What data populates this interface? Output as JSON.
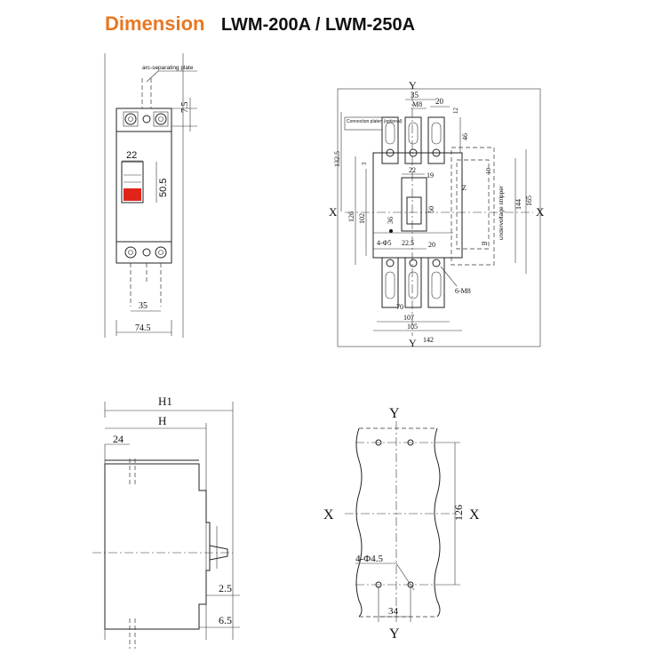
{
  "header": {
    "title": "Dimension",
    "model": "LWM-200A / LWM-250A",
    "accent_color": "#e87722"
  },
  "front_view": {
    "arc_label": "arc-separating plate",
    "dim_top": "7.5",
    "dim_handle_w": "22",
    "dim_handle_h": "50.5",
    "dim_pitch": "35",
    "dim_width": "74.5",
    "handle_color": "#e2231a"
  },
  "top_right": {
    "axis_y_top": "Y",
    "axis_y_bottom": "Y",
    "axis_x_left": "X",
    "axis_x_right": "X",
    "conn_label": "Connection platen (optional)",
    "d35": "35",
    "dM8": "M8",
    "d20": "20",
    "d12": "12",
    "d46": "46",
    "d132": "132.5",
    "d3": "3",
    "d22": "22",
    "d19": "19",
    "d102": "102",
    "d126": "126",
    "d36": "36",
    "d50": "50",
    "d4phi": "4-Φ5",
    "d225": "22.5",
    "d20b": "20",
    "d10": "10",
    "d144": "144",
    "d165": "165",
    "dZ": "Z",
    "dm": "m",
    "under_label": "undervoltage stripper",
    "d6M8": "6-M8",
    "d70": "70",
    "d107": "107",
    "d105": "105",
    "d142": "142"
  },
  "side_view": {
    "dH1": "H1",
    "dH": "H",
    "d24": "24",
    "d25": "2.5",
    "d65": "6.5"
  },
  "mount_view": {
    "axis_y_top": "Y",
    "axis_y_bottom": "Y",
    "axis_x_left": "X",
    "axis_x_right": "X",
    "d126": "126",
    "d4phi": "4-Φ4.5",
    "d34": "34"
  }
}
